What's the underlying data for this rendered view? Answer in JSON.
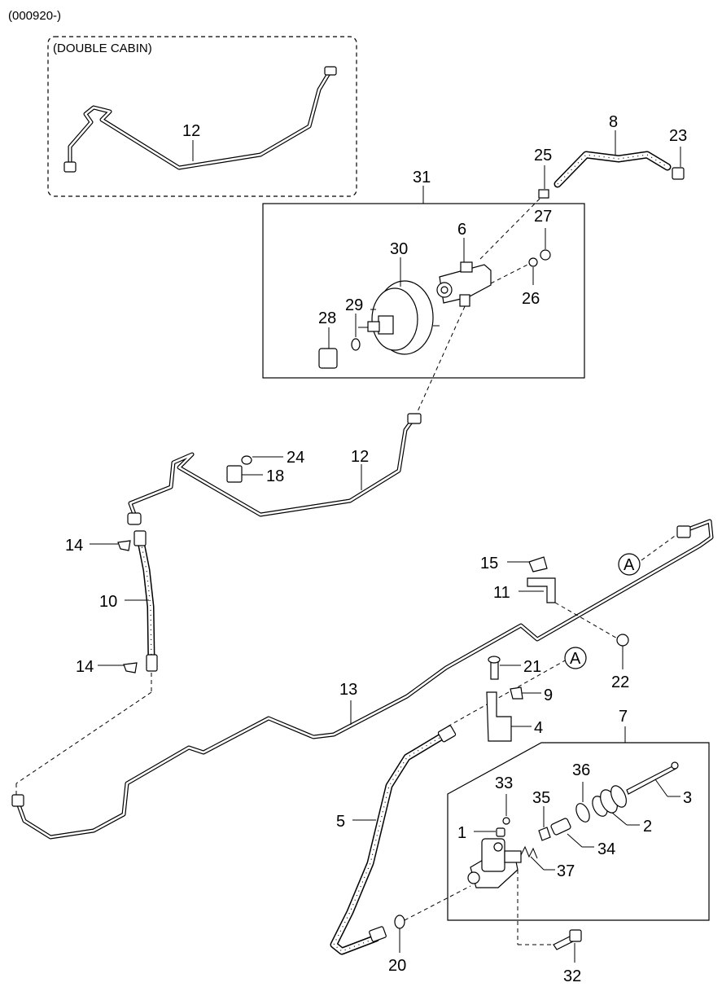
{
  "header": {
    "code": "(000920-)"
  },
  "inset": {
    "title": "(DOUBLE CABIN)"
  },
  "callouts": {
    "n1": "1",
    "n2": "2",
    "n3": "3",
    "n4": "4",
    "n5": "5",
    "n6": "6",
    "n7": "7",
    "n8": "8",
    "n9": "9",
    "n10": "10",
    "n11": "11",
    "n12": "12",
    "n13": "13",
    "n14": "14",
    "n15": "15",
    "n18": "18",
    "n20": "20",
    "n21": "21",
    "n22": "22",
    "n23": "23",
    "n24": "24",
    "n25": "25",
    "n26": "26",
    "n27": "27",
    "n28": "28",
    "n29": "29",
    "n30": "30",
    "n31": "31",
    "n32": "32",
    "n33": "33",
    "n34": "34",
    "n35": "35",
    "n36": "36",
    "n37": "37",
    "refA": "A"
  }
}
